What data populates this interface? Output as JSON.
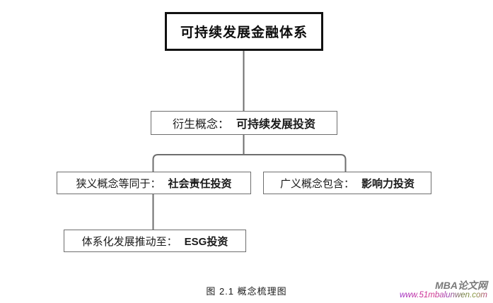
{
  "figure": {
    "caption": "图 2.1 概念梳理图",
    "nodes": {
      "root": {
        "bold_text": "可持续发展金融体系"
      },
      "derived": {
        "prefix": "衍生概念：",
        "bold_text": "可持续发展投资"
      },
      "narrow": {
        "prefix": "狭义概念等同于：",
        "bold_text": "社会责任投资"
      },
      "broad": {
        "prefix": "广义概念包含：",
        "bold_text": "影响力投资"
      },
      "esg": {
        "prefix": "体系化发展推动至：",
        "bold_text": "ESG投资"
      }
    },
    "colors": {
      "root_border": "#111111",
      "node_border": "#6e6e6e",
      "connector": "#6e6e6e",
      "background": "#ffffff",
      "text": "#1a1a1a"
    }
  },
  "watermark": {
    "title": "MBA论文网",
    "url": "www.51mbalunwen.com"
  }
}
